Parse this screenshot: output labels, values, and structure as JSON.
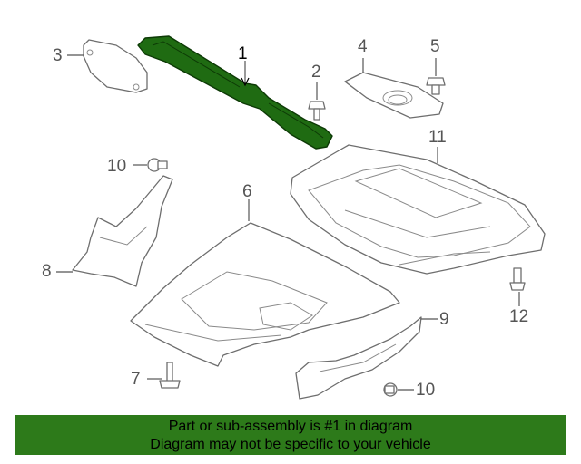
{
  "callouts": {
    "c1": "1",
    "c2": "2",
    "c3": "3",
    "c4": "4",
    "c5": "5",
    "c6": "6",
    "c7": "7",
    "c8": "8",
    "c9": "9",
    "c10a": "10",
    "c10b": "10",
    "c11": "11",
    "c12": "12"
  },
  "highlight_part": "1",
  "colors": {
    "highlight": "#1f6b12",
    "banner": "#2d7a1a",
    "line": "#6e6e6e"
  },
  "banner": {
    "line1": "Part or sub-assembly is #1 in diagram",
    "line2": "Diagram may not be specific to your vehicle"
  }
}
